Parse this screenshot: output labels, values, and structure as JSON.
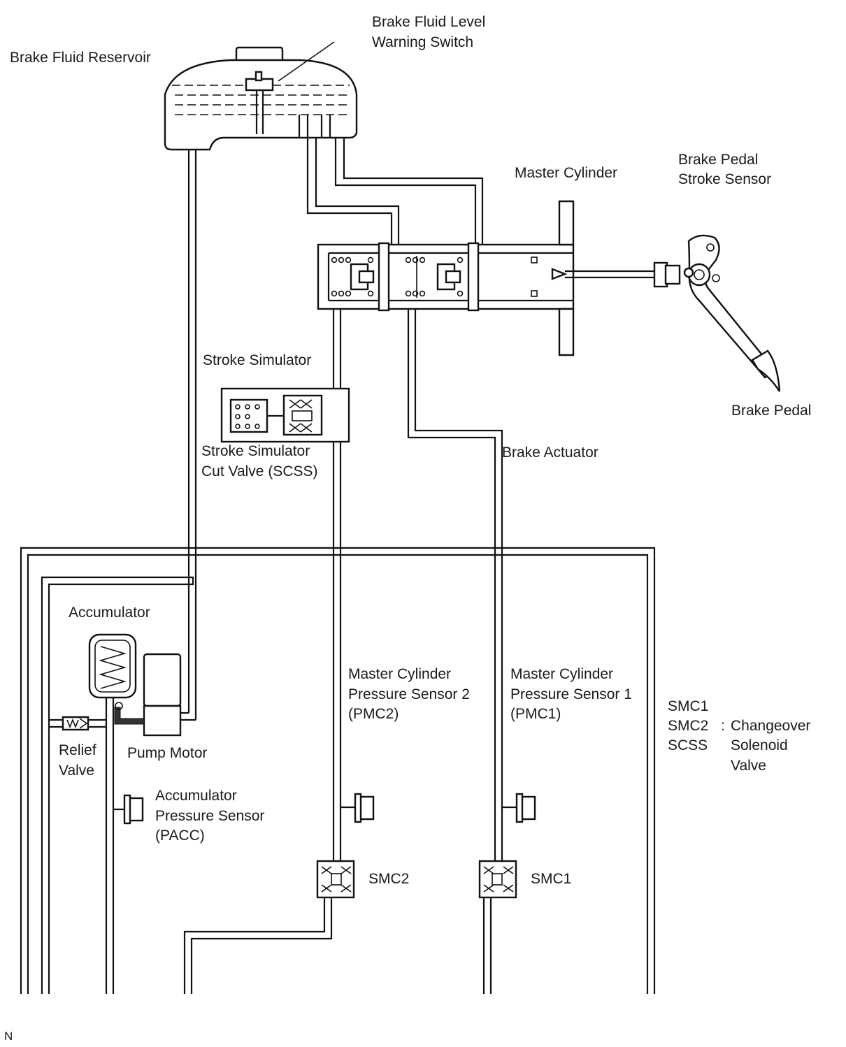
{
  "labels": {
    "brake_fluid_reservoir": "Brake Fluid Reservoir",
    "warning_switch": [
      "Brake Fluid Level",
      "Warning Switch"
    ],
    "master_cylinder": "Master Cylinder",
    "pedal_stroke_sensor": [
      "Brake Pedal",
      "Stroke Sensor"
    ],
    "stroke_simulator": "Stroke Simulator",
    "brake_pedal": "Brake Pedal",
    "scss_valve": [
      "Stroke Simulator",
      "Cut Valve (SCSS)"
    ],
    "brake_actuator": "Brake Actuator",
    "accumulator": "Accumulator",
    "pmc2": [
      "Master Cylinder",
      "Pressure Sensor 2",
      "(PMC2)"
    ],
    "pmc1": [
      "Master Cylinder",
      "Pressure Sensor 1",
      "(PMC1)"
    ],
    "pump_motor": "Pump Motor",
    "relief_valve": [
      "Relief",
      "Valve"
    ],
    "pacc": [
      "Accumulator",
      "Pressure Sensor",
      "(PACC)"
    ],
    "smc2": "SMC2",
    "smc1": "SMC1",
    "legend_codes": [
      "SMC1",
      "SMC2",
      "SCSS"
    ],
    "legend_colon": ":",
    "legend_desc": [
      "Changeover",
      "Solenoid",
      "Valve"
    ],
    "corner_mark": "N"
  }
}
